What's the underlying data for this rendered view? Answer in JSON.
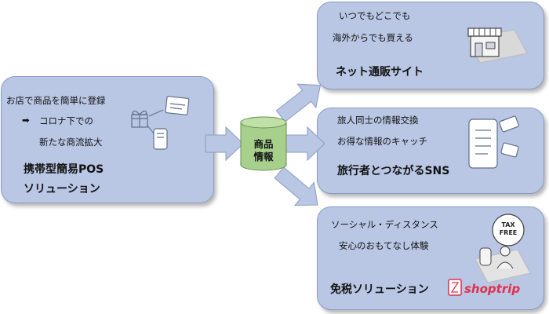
{
  "left": {
    "line1": "お店で商品を簡単に登録",
    "arrow": "➡",
    "line2": "コロナ下での",
    "line3": "新たな商流拡大",
    "title1": "携帯型簡易POS",
    "title2": "ソリューション"
  },
  "db": {
    "label1": "商品",
    "label2": "情報"
  },
  "ec": {
    "line1": "いつでもどこでも",
    "line2": "海外からでも買える",
    "title": "ネット通販サイト"
  },
  "sns": {
    "line1": "旅人同士の情報交換",
    "line2": "お得な情報のキャッチ",
    "title": "旅行者とつながるSNS"
  },
  "tax": {
    "line1": "ソーシャル・ディスタンス",
    "line2": "安心のおもてなし体験",
    "title": "免税ソリューション",
    "brand": "shoptrip",
    "badge1": "TAX",
    "badge2": "FREE"
  },
  "colors": {
    "box_fill": "#b9c6e4",
    "arrow_fill": "#b9c6e4",
    "db_fill": "#a8d08d",
    "brand": "#e0314a"
  }
}
